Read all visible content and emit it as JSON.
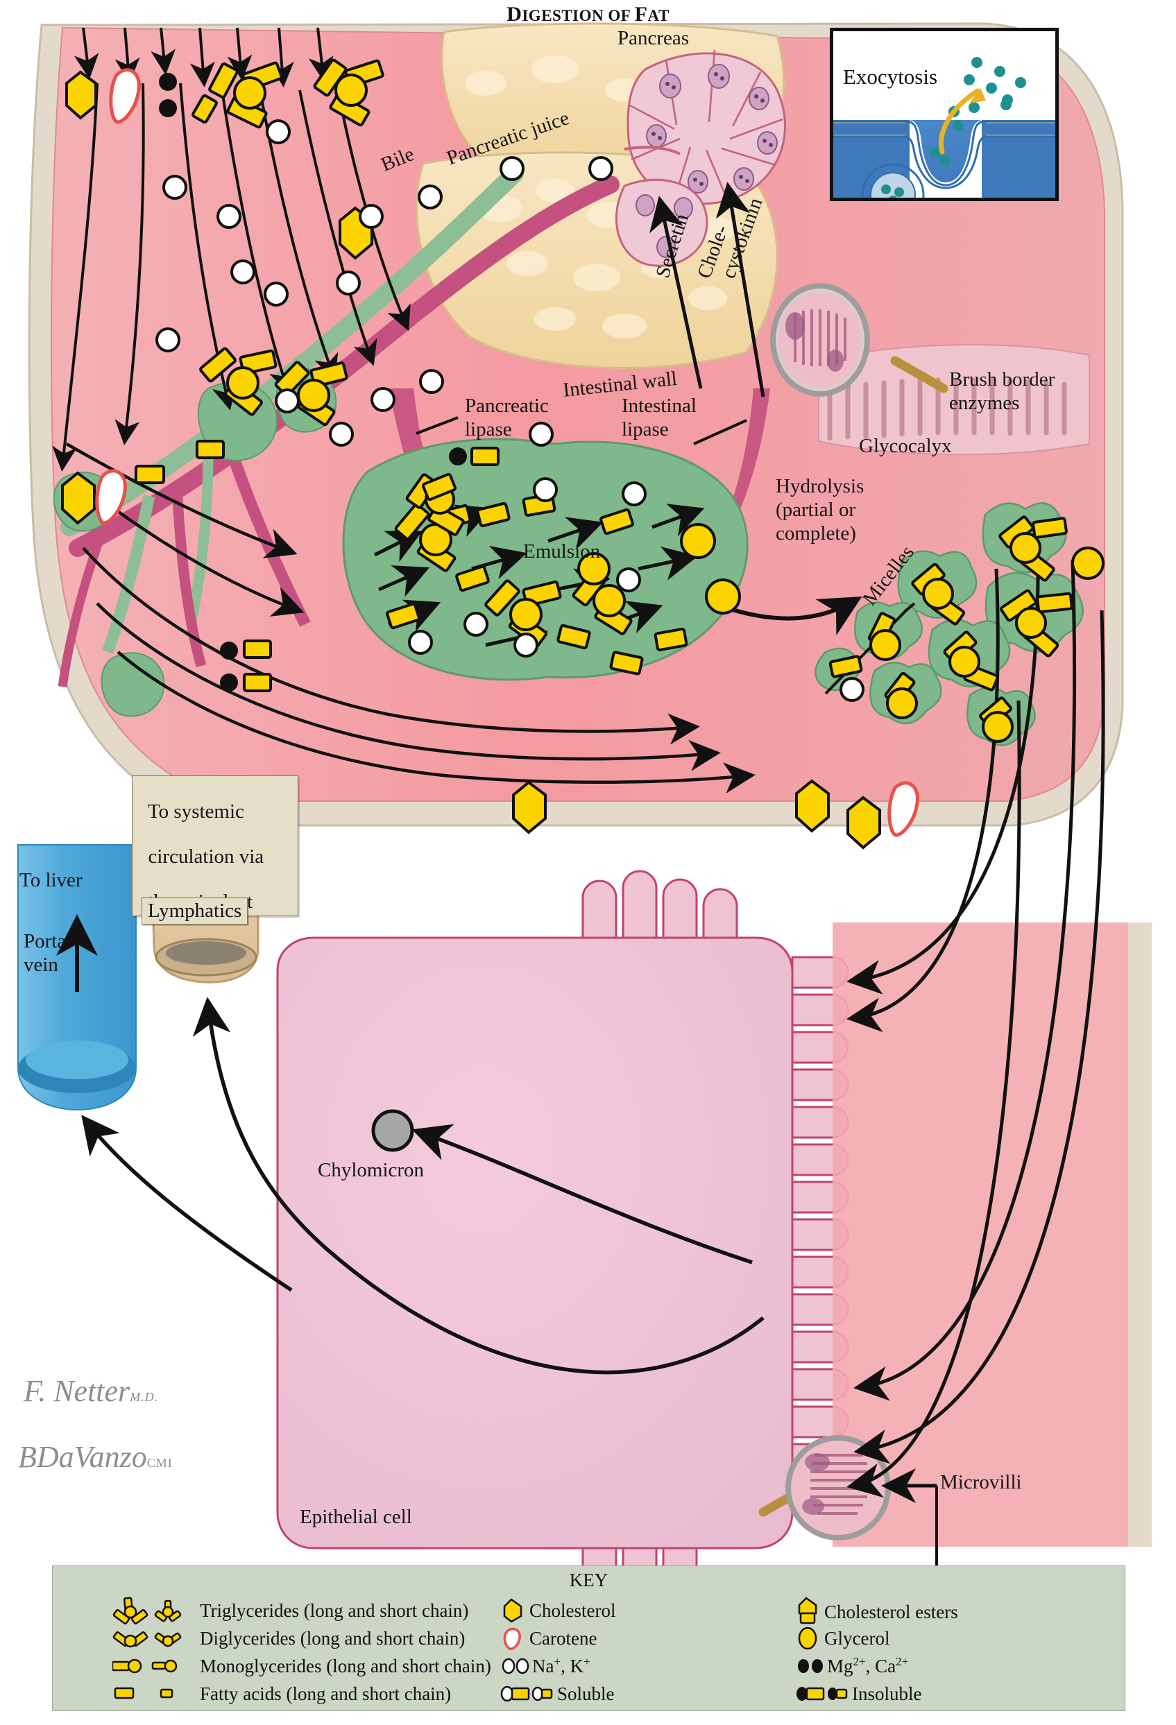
{
  "title": {
    "lead": "D",
    "rest1": "IGESTION",
    "of": " OF ",
    "lead2": "F",
    "rest2": "AT",
    "full": "Digestion of Fat"
  },
  "inset": {
    "label": "Exocytosis"
  },
  "labels": {
    "pancreas": "Pancreas",
    "bile": "Bile",
    "pancreatic_juice": "Pancreatic juice",
    "secretin": "Secretin",
    "cholecystokinin_l1": "Chole-",
    "cholecystokinin_l2": "cystokinin",
    "intestinal_wall": "Intestinal wall",
    "pancreatic_lipase_l1": "Pancreatic",
    "pancreatic_lipase_l2": "lipase",
    "intestinal_lipase_l1": "Intestinal",
    "intestinal_lipase_l2": "lipase",
    "brush_border_l1": "Brush border",
    "brush_border_l2": "enzymes",
    "glycocalyx": "Glycocalyx",
    "emulsion": "Emulsion",
    "hydrolysis_l1": "Hydrolysis",
    "hydrolysis_l2": "(partial or",
    "hydrolysis_l3": "complete)",
    "micelles": "Micelles",
    "to_systemic_l1": "To systemic",
    "to_systemic_l2": "circulation via",
    "to_systemic_l3": "thoracic duct",
    "lymphatics": "Lymphatics",
    "to_liver": "To liver",
    "portal_vein_l1": "Portal",
    "portal_vein_l2": "vein",
    "chylomicron": "Chylomicron",
    "epithelial_cell": "Epithelial cell",
    "microvilli": "Microvilli"
  },
  "key": {
    "title": "KEY",
    "left_column": [
      {
        "label": "Triglycerides (long and short chain)"
      },
      {
        "label": "Diglycerides (long and short chain)"
      },
      {
        "label": "Monoglycerides (long and short chain)"
      },
      {
        "label": "Fatty acids (long and short chain)"
      }
    ],
    "middle_column": [
      {
        "label": "Cholesterol"
      },
      {
        "label": "Carotene"
      },
      {
        "label": "Na",
        "sup1": "+",
        "mid": ", K",
        "sup2": "+"
      },
      {
        "label": "Soluble"
      }
    ],
    "right_column": [
      {
        "label": "Cholesterol esters"
      },
      {
        "label": "Glycerol"
      },
      {
        "label": "Mg",
        "sup1": "2+",
        "mid": ", Ca",
        "sup2": "2+"
      },
      {
        "label": "Insoluble"
      }
    ]
  },
  "signature": {
    "artist": "F. Netter",
    "artist_suffix": "M.D.",
    "contributor": "BDaVanzo",
    "contributor_suffix": "CMI"
  },
  "colors": {
    "lipid_yellow": "#FBD400",
    "micelle_green": "#7FB98B",
    "emulsion_green": "#7FB98B",
    "mucosa_pink": "#F2A3A8",
    "epithelial_pink": "#EFC3D4",
    "pancreas_tan": "#F4DCAF",
    "bile_green": "#8DBE95",
    "juice_magenta": "#C4517F",
    "vein_blue": "#56ADDC",
    "key_bg": "#CCD6C5",
    "label_box": "#E6DFC8",
    "inset_water": "#4A87C8",
    "inset_vesicle": "#1F9090",
    "carotene_red": "#E8504E",
    "chylomicron_grey": "#A6A6A6"
  }
}
